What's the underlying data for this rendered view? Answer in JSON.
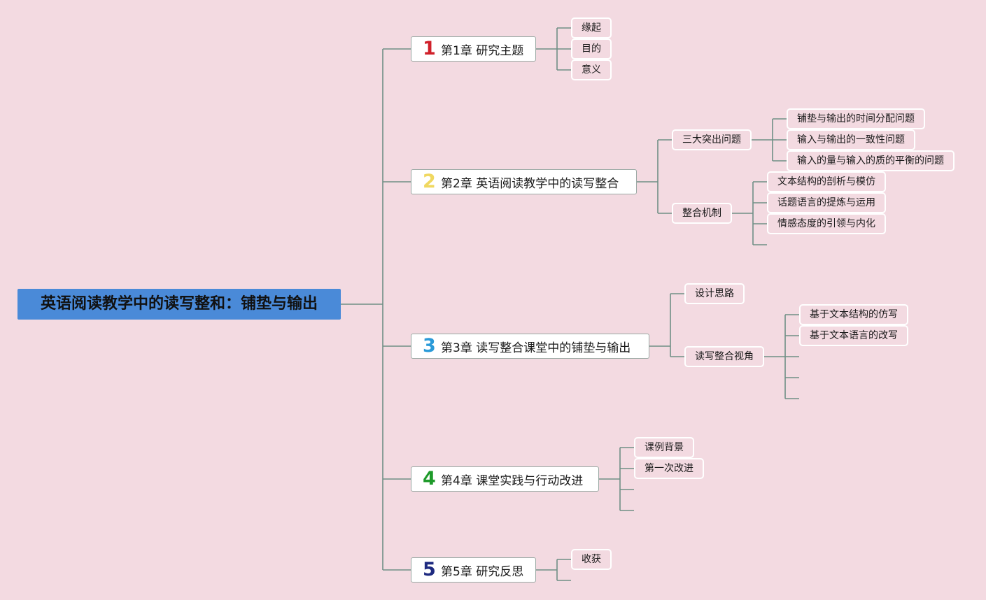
{
  "root": {
    "title": "英语阅读教学中的读写整和：铺垫与输出"
  },
  "colors": {
    "background": "#f3dae1",
    "root_fill": "#4a8ad8",
    "connector": "#6f8f86"
  },
  "chapters": [
    {
      "number": "1",
      "number_color": "#d0202a",
      "label": "第1章 研究主题",
      "children": [
        "缘起",
        "目的",
        "意义"
      ]
    },
    {
      "number": "2",
      "number_color": "#f0d860",
      "label": "第2章 英语阅读教学中的读写整合",
      "children": [
        {
          "label": "三大突出问题",
          "children": [
            "铺垫与输出的时间分配问题",
            "输入与输出的一致性问题",
            "输入的量与输入的质的平衡的问题"
          ]
        },
        {
          "label": "整合机制",
          "children": [
            "文本结构的剖析与模仿",
            "话题语言的提炼与运用",
            "情感态度的引领与内化"
          ]
        }
      ]
    },
    {
      "number": "3",
      "number_color": "#2a9ad8",
      "label": "第3章 读写整合课堂中的铺垫与输出",
      "children": [
        {
          "label": "设计思路"
        },
        {
          "label": "读写整合视角",
          "children": [
            "基于文本结构的仿写",
            "基于文本语言的改写"
          ]
        }
      ]
    },
    {
      "number": "4",
      "number_color": "#1e9a2a",
      "label": "第4章 课堂实践与行动改进",
      "children": [
        "课例背景",
        "第一次改进"
      ]
    },
    {
      "number": "5",
      "number_color": "#1e2a80",
      "label": "第5章 研究反思",
      "children": [
        "收获"
      ]
    }
  ]
}
